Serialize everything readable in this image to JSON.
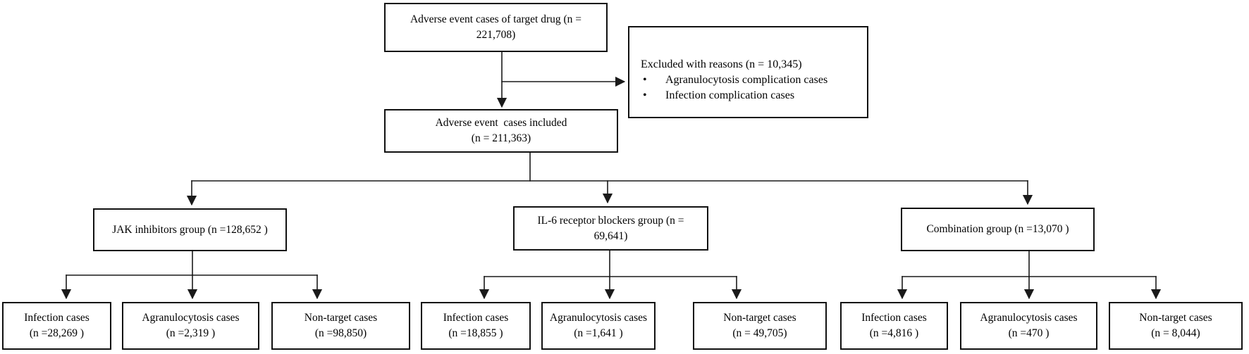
{
  "flowchart": {
    "top_box": {
      "label": "Adverse event cases of target drug (n =\n221,708)"
    },
    "excluded_box": {
      "title": "Excluded with reasons (n = 10,345)",
      "bullet_icon": "•",
      "bullets": [
        "Agranulocytosis complication cases",
        "Infection complication cases"
      ]
    },
    "included_box": {
      "label": "Adverse event  cases included\n(n = 211,363)"
    },
    "groups": [
      {
        "label": "JAK inhibitors group (n =128,652 )",
        "children": [
          {
            "label": "Infection cases\n(n =28,269 )"
          },
          {
            "label": "Agranulocytosis cases\n(n =2,319 )"
          },
          {
            "label": "Non-target cases\n(n =98,850)"
          }
        ]
      },
      {
        "label": "IL-6 receptor blockers group (n =\n69,641)",
        "children": [
          {
            "label": "Infection cases\n(n =18,855 )"
          },
          {
            "label": "Agranulocytosis cases\n(n =1,641 )"
          },
          {
            "label": "Non-target cases\n(n = 49,705)"
          }
        ]
      },
      {
        "label": "Combination group (n =13,070 )",
        "children": [
          {
            "label": "Infection cases\n(n =4,816 )"
          },
          {
            "label": "Agranulocytosis cases\n(n =470 )"
          },
          {
            "label": "Non-target cases\n(n = 8,044)"
          }
        ]
      }
    ],
    "colors": {
      "line": "#1a1a1a",
      "border": "#111111",
      "background": "#ffffff",
      "text": "#000000"
    }
  }
}
